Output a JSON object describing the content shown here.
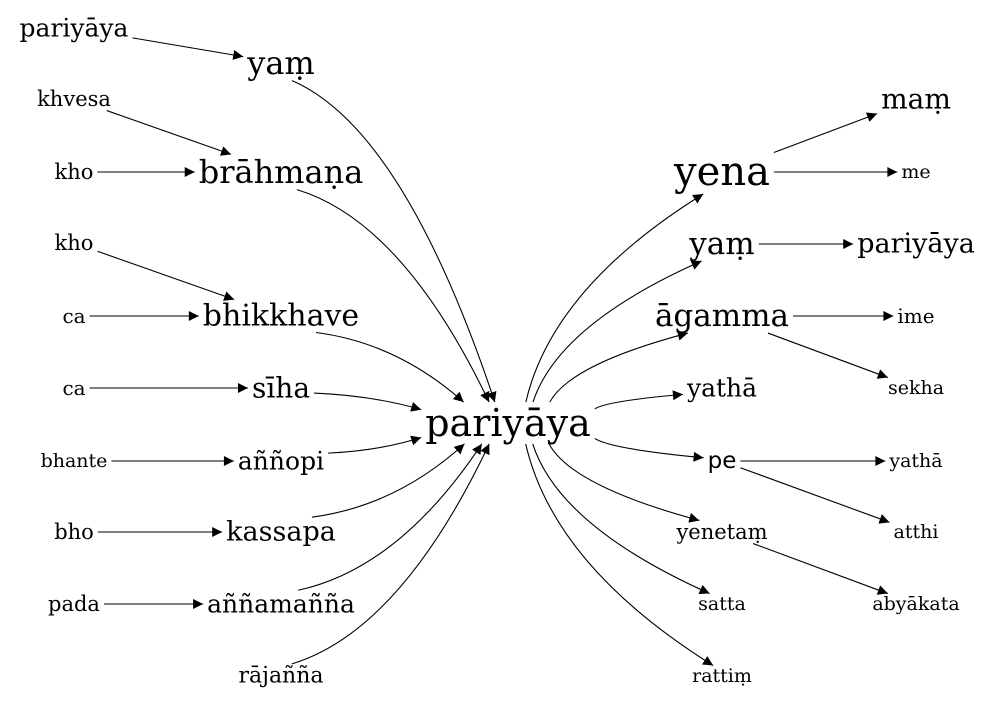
{
  "nodes": [
    {
      "id": "center",
      "label": "pariyāya",
      "font": "serif"
    },
    {
      "id": "l1",
      "label": "yaṃ",
      "font": "serif"
    },
    {
      "id": "l2",
      "label": "brāhmaṇa",
      "font": "serif"
    },
    {
      "id": "l3",
      "label": "bhikkhave",
      "font": "serif"
    },
    {
      "id": "l4",
      "label": "sīha",
      "font": "serif"
    },
    {
      "id": "l5",
      "label": "aññopi",
      "font": "serif"
    },
    {
      "id": "l6",
      "label": "kassapa",
      "font": "serif"
    },
    {
      "id": "l7",
      "label": "aññamañña",
      "font": "serif"
    },
    {
      "id": "l8",
      "label": "rājañña",
      "font": "serif"
    },
    {
      "id": "s1",
      "label": "pariyāya",
      "font": "serif"
    },
    {
      "id": "s2",
      "label": "khvesa",
      "font": "serif"
    },
    {
      "id": "s3",
      "label": "kho",
      "font": "serif"
    },
    {
      "id": "s4",
      "label": "kho",
      "font": "serif"
    },
    {
      "id": "s5",
      "label": "ca",
      "font": "serif"
    },
    {
      "id": "s6",
      "label": "ca",
      "font": "serif"
    },
    {
      "id": "s7",
      "label": "bhante",
      "font": "serif"
    },
    {
      "id": "s8",
      "label": "bho",
      "font": "serif"
    },
    {
      "id": "s9",
      "label": "pada",
      "font": "serif"
    },
    {
      "id": "r1",
      "label": "yena",
      "font": "serif"
    },
    {
      "id": "r2",
      "label": "yaṃ",
      "font": "serif"
    },
    {
      "id": "r3",
      "label": "āgamma",
      "font": "serif"
    },
    {
      "id": "r4",
      "label": "yathā",
      "font": "serif"
    },
    {
      "id": "r5",
      "label": "pe",
      "font": "sans"
    },
    {
      "id": "r6",
      "label": "yenetaṃ",
      "font": "serif"
    },
    {
      "id": "r7",
      "label": "satta",
      "font": "serif"
    },
    {
      "id": "r8",
      "label": "rattiṃ",
      "font": "serif"
    },
    {
      "id": "t1",
      "label": "maṃ",
      "font": "serif"
    },
    {
      "id": "t2",
      "label": "me",
      "font": "serif"
    },
    {
      "id": "t3",
      "label": "pariyāya",
      "font": "serif"
    },
    {
      "id": "t4",
      "label": "ime",
      "font": "serif"
    },
    {
      "id": "t5",
      "label": "sekha",
      "font": "serif"
    },
    {
      "id": "t6",
      "label": "yathā",
      "font": "serif"
    },
    {
      "id": "t7",
      "label": "atthi",
      "font": "serif"
    },
    {
      "id": "t8",
      "label": "abyākata",
      "font": "serif"
    }
  ],
  "edges": [
    {
      "from": "s1",
      "to": "l1"
    },
    {
      "from": "s2",
      "to": "l2"
    },
    {
      "from": "s3",
      "to": "l2"
    },
    {
      "from": "s4",
      "to": "l3"
    },
    {
      "from": "s5",
      "to": "l3"
    },
    {
      "from": "s6",
      "to": "l4"
    },
    {
      "from": "s7",
      "to": "l5"
    },
    {
      "from": "s8",
      "to": "l6"
    },
    {
      "from": "s9",
      "to": "l7"
    },
    {
      "from": "l1",
      "to": "center"
    },
    {
      "from": "l2",
      "to": "center"
    },
    {
      "from": "l3",
      "to": "center"
    },
    {
      "from": "l4",
      "to": "center"
    },
    {
      "from": "l5",
      "to": "center"
    },
    {
      "from": "l6",
      "to": "center"
    },
    {
      "from": "l7",
      "to": "center"
    },
    {
      "from": "l8",
      "to": "center"
    },
    {
      "from": "center",
      "to": "r1"
    },
    {
      "from": "center",
      "to": "r2"
    },
    {
      "from": "center",
      "to": "r3"
    },
    {
      "from": "center",
      "to": "r4"
    },
    {
      "from": "center",
      "to": "r5"
    },
    {
      "from": "center",
      "to": "r6"
    },
    {
      "from": "center",
      "to": "r7"
    },
    {
      "from": "center",
      "to": "r8"
    },
    {
      "from": "r1",
      "to": "t1"
    },
    {
      "from": "r1",
      "to": "t2"
    },
    {
      "from": "r2",
      "to": "t3"
    },
    {
      "from": "r3",
      "to": "t4"
    },
    {
      "from": "r3",
      "to": "t5"
    },
    {
      "from": "r5",
      "to": "t6"
    },
    {
      "from": "r5",
      "to": "t7"
    },
    {
      "from": "r6",
      "to": "t8"
    }
  ]
}
